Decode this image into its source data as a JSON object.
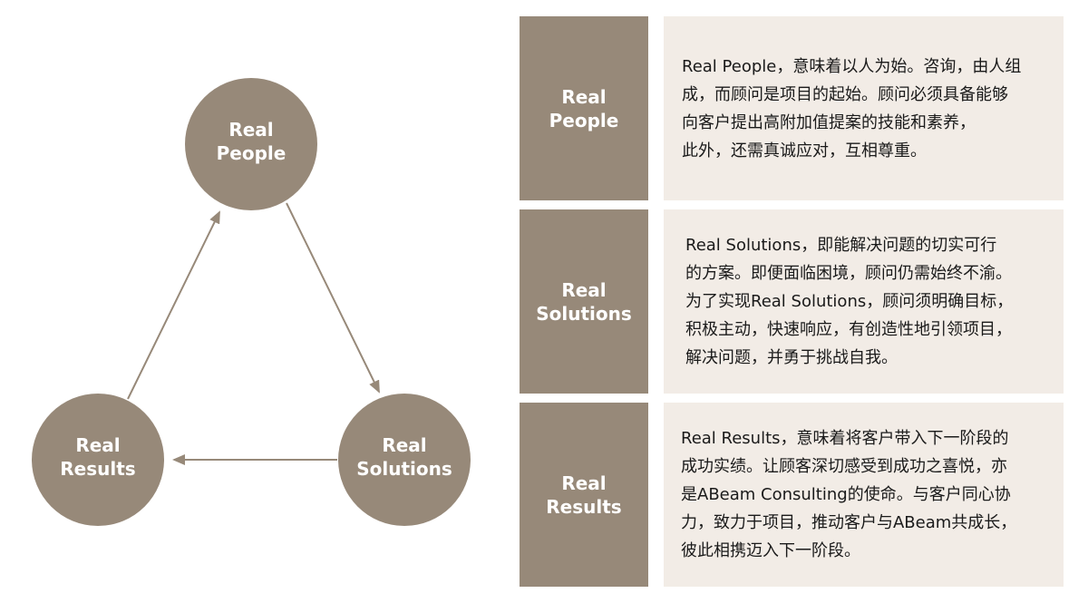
{
  "colors": {
    "node_fill": "#978979",
    "arrow": "#978979",
    "label_bg": "#978979",
    "text_bg": "#f2ece6",
    "text": "#1a1a1a"
  },
  "diagram": {
    "nodes": {
      "people": {
        "line1": "Real",
        "line2": "People"
      },
      "solutions": {
        "line1": "Real",
        "line2": "Solutions"
      },
      "results": {
        "line1": "Real",
        "line2": "Results"
      }
    },
    "edges": [
      {
        "from": "people",
        "to": "solutions"
      },
      {
        "from": "solutions",
        "to": "results"
      },
      {
        "from": "results",
        "to": "people"
      }
    ]
  },
  "rows": [
    {
      "label_line1": "Real",
      "label_line2": "People",
      "text_lines": [
        "Real People，意味着以人为始。咨询，由人组",
        "成，而顾问是项目的起始。顾问必须具备能够",
        "向客户提出高附加值提案的技能和素养，",
        "此外，还需真诚应对，互相尊重。"
      ]
    },
    {
      "label_line1": "Real",
      "label_line2": "Solutions",
      "text_lines": [
        "Real Solutions，即能解决问题的切实可行",
        "的方案。即便面临困境，顾问仍需始终不渝。",
        "为了实现Real Solutions，顾问须明确目标，",
        "积极主动，快速响应，有创造性地引领项目，",
        "解决问题，并勇于挑战自我。"
      ]
    },
    {
      "label_line1": "Real",
      "label_line2": "Results",
      "text_lines": [
        "Real Results，意味着将客户带入下一阶段的",
        "成功实绩。让顾客深切感受到成功之喜悦，亦",
        "是ABeam Consulting的使命。与客户同心协",
        "力，致力于项目，推动客户与ABeam共成长，",
        "彼此相携迈入下一阶段。"
      ]
    }
  ]
}
